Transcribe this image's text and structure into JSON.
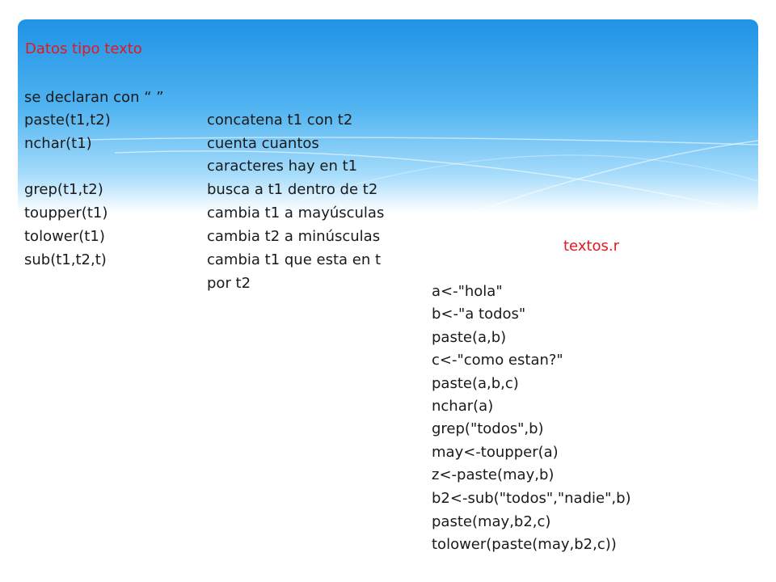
{
  "slide": {
    "title": "Datos tipo texto",
    "intro": "se declaran con “ ”",
    "functions": [
      {
        "name": "paste(t1,t2)",
        "desc": [
          "concatena t1 con t2"
        ]
      },
      {
        "name": "nchar(t1)",
        "desc": [
          "cuenta cuantos",
          "caracteres hay en t1"
        ]
      },
      {
        "name": "grep(t1,t2)",
        "desc": [
          "busca a t1 dentro de t2"
        ]
      },
      {
        "name": "toupper(t1)",
        "desc": [
          "cambia t1 a mayúsculas"
        ]
      },
      {
        "name": "tolower(t1)",
        "desc": [
          "cambia t2 a minúsculas"
        ]
      },
      {
        "name": "sub(t1,t2,t)",
        "desc": [
          "cambia  t1 que esta en t",
          "por t2"
        ]
      }
    ],
    "file_name": "textos.r",
    "code_lines": [
      "a<-\"hola\"",
      "b<-\"a todos\"",
      "paste(a,b)",
      "c<-\"como estan?\"",
      "paste(a,b,c)",
      "nchar(a)",
      "grep(\"todos\",b)",
      "may<-toupper(a)",
      "z<-paste(may,b)",
      "b2<-sub(\"todos\",\"nadie\",b)",
      "paste(may,b2,c)",
      "tolower(paste(may,b2,c))"
    ],
    "colors": {
      "title": "#e0191f",
      "banner_top": "#1f93e6",
      "banner_bottom": "#a6dcfb"
    }
  }
}
